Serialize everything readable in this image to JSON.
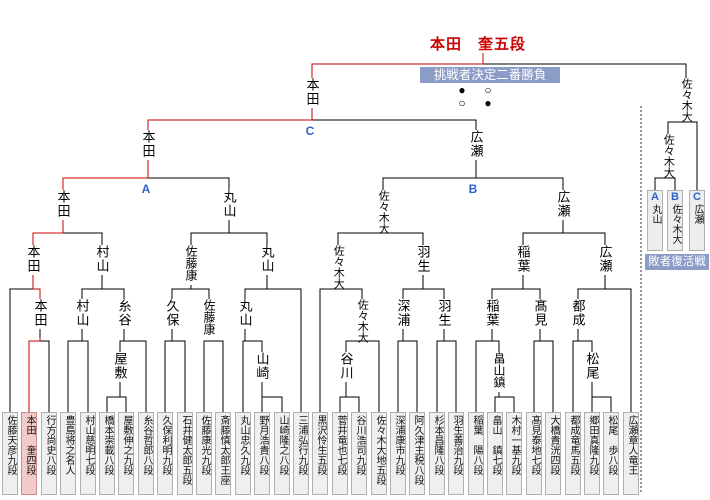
{
  "champion": {
    "name": "本田　奎五段",
    "color": "#cc0000"
  },
  "playoff": {
    "title": "挑戦者決定二番勝負",
    "bg": "#8b9cc7",
    "games": [
      [
        "●",
        "○"
      ],
      [
        "○",
        "●"
      ]
    ]
  },
  "labels": {
    "a": "A",
    "b": "B",
    "c": "C"
  },
  "bracket": {
    "final": {
      "left": "本田",
      "right": "佐々木大"
    },
    "final_c": {
      "left": "本田",
      "right": "広瀬"
    },
    "semi": {
      "al": "本田",
      "ar": "丸山",
      "bl": "佐々木大",
      "br": "広瀬"
    },
    "quarter": [
      "本田",
      "村山",
      "佐藤康",
      "丸山",
      "佐々木大",
      "羽生",
      "稲葉",
      "広瀬"
    ],
    "r16": [
      "本田",
      "村山",
      "糸谷",
      "久保",
      "佐藤康",
      "丸山",
      "佐々木大",
      "深浦",
      "羽生",
      "稲葉",
      "髙見",
      "都成"
    ],
    "r32": [
      "屋敷",
      "山崎",
      "谷川",
      "畠山鎮",
      "松尾"
    ]
  },
  "revival": {
    "title": "敗者復活戦",
    "semi_winner": "佐々木大",
    "entries": [
      {
        "letter": "A",
        "name": "丸山"
      },
      {
        "letter": "B",
        "name": "佐々木大"
      },
      {
        "letter": "C",
        "name": "広瀬"
      }
    ]
  },
  "players": [
    "佐藤天彦九段",
    "本田　奎四段",
    "行方尚史八段",
    "豊島将之名人",
    "村山慈明七段",
    "橋本崇載八段",
    "屋敷伸之九段",
    "糸谷哲郎八段",
    "久保利明九段",
    "石井健太郎五段",
    "佐藤康光九段",
    "斎藤慎太郎王座",
    "丸山忠久九段",
    "野月浩貴八段",
    "山崎隆之八段",
    "三浦弘行九段",
    "黒沢怜生五段",
    "菅井竜也七段",
    "谷川浩司九段",
    "佐々木大地五段",
    "深浦康市九段",
    "阿久津主税八段",
    "杉本昌隆八段",
    "羽生善治九段",
    "稲葉　陽八段",
    "畠山　鎮七段",
    "木村一基九段",
    "髙見泰地七段",
    "大橋貴洸四段",
    "都成竜馬五段",
    "郷田真隆九段",
    "松尾　歩八段",
    "広瀬章人竜王"
  ]
}
